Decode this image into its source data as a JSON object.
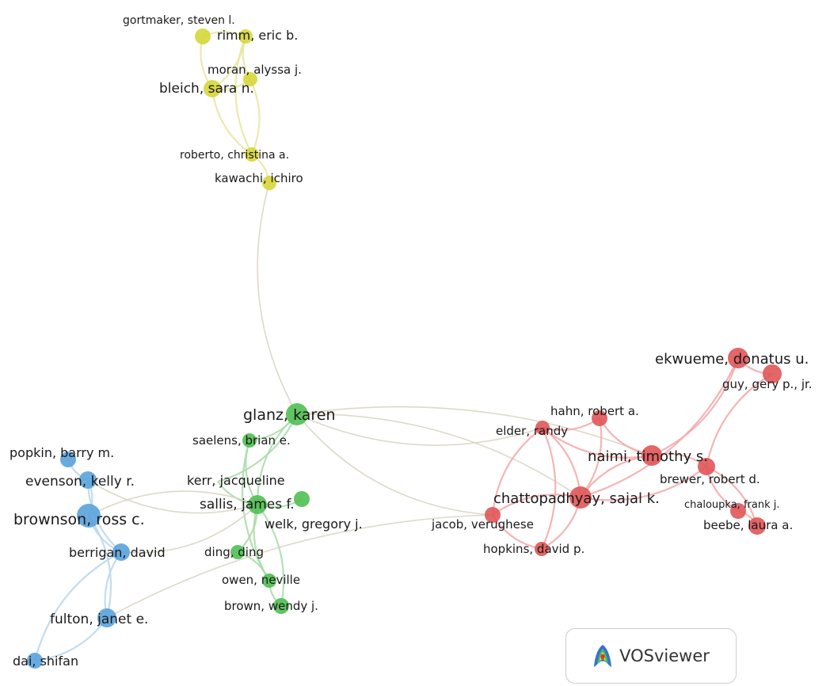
{
  "app": {
    "name": "VOSviewer"
  },
  "clusters": {
    "yellow": {
      "color": "#d6d63a",
      "link": "#e6e6a0"
    },
    "green": {
      "color": "#4fbf52",
      "link": "#a7dca8"
    },
    "red": {
      "color": "#e05558",
      "link": "#f3a7a8"
    },
    "blue": {
      "color": "#5aa2da",
      "link": "#b7d6ef"
    }
  },
  "nodes": [
    {
      "id": "gortmaker",
      "label": "gortmaker, steven l.",
      "cluster": "yellow"
    },
    {
      "id": "rimm",
      "label": "rimm, eric b.",
      "cluster": "yellow"
    },
    {
      "id": "moran",
      "label": "moran, alyssa j.",
      "cluster": "yellow"
    },
    {
      "id": "bleich",
      "label": "bleich, sara n.",
      "cluster": "yellow"
    },
    {
      "id": "roberto",
      "label": "roberto, christina a.",
      "cluster": "yellow"
    },
    {
      "id": "kawachi",
      "label": "kawachi, ichiro",
      "cluster": "yellow"
    },
    {
      "id": "glanz",
      "label": "glanz, karen",
      "cluster": "green"
    },
    {
      "id": "saelens",
      "label": "saelens, brian e.",
      "cluster": "green"
    },
    {
      "id": "kerr",
      "label": "kerr, jacqueline",
      "cluster": "green"
    },
    {
      "id": "sallis",
      "label": "sallis, james f.",
      "cluster": "green"
    },
    {
      "id": "welk",
      "label": "welk, gregory j.",
      "cluster": "green"
    },
    {
      "id": "ding",
      "label": "ding, ding",
      "cluster": "green"
    },
    {
      "id": "owen",
      "label": "owen, neville",
      "cluster": "green"
    },
    {
      "id": "brownw",
      "label": "brown, wendy j.",
      "cluster": "green"
    },
    {
      "id": "ekwueme",
      "label": "ekwueme, donatus u.",
      "cluster": "red"
    },
    {
      "id": "guy",
      "label": "guy, gery p., jr.",
      "cluster": "red"
    },
    {
      "id": "hahn",
      "label": "hahn, robert a.",
      "cluster": "red"
    },
    {
      "id": "elder",
      "label": "elder, randy",
      "cluster": "red"
    },
    {
      "id": "naimi",
      "label": "naimi, timothy s.",
      "cluster": "red"
    },
    {
      "id": "brewer",
      "label": "brewer, robert d.",
      "cluster": "red"
    },
    {
      "id": "chatto",
      "label": "chattopadhyay, sajal k.",
      "cluster": "red"
    },
    {
      "id": "chaloupka",
      "label": "chaloupka, frank j.",
      "cluster": "red"
    },
    {
      "id": "jacob",
      "label": "jacob, verughese",
      "cluster": "red"
    },
    {
      "id": "beebe",
      "label": "beebe, laura a.",
      "cluster": "red"
    },
    {
      "id": "hopkins",
      "label": "hopkins, david p.",
      "cluster": "red"
    },
    {
      "id": "popkin",
      "label": "popkin, barry m.",
      "cluster": "blue"
    },
    {
      "id": "evenson",
      "label": "evenson, kelly r.",
      "cluster": "blue"
    },
    {
      "id": "brownson",
      "label": "brownson, ross c.",
      "cluster": "blue"
    },
    {
      "id": "berrigan",
      "label": "berrigan, david",
      "cluster": "blue"
    },
    {
      "id": "fulton",
      "label": "fulton, janet e.",
      "cluster": "blue"
    },
    {
      "id": "dai",
      "label": "dai, shifan",
      "cluster": "blue"
    }
  ],
  "links": [
    [
      "gortmaker",
      "rimm"
    ],
    [
      "gortmaker",
      "bleich"
    ],
    [
      "rimm",
      "bleich"
    ],
    [
      "rimm",
      "moran"
    ],
    [
      "moran",
      "bleich"
    ],
    [
      "bleich",
      "roberto"
    ],
    [
      "moran",
      "roberto"
    ],
    [
      "rimm",
      "roberto"
    ],
    [
      "roberto",
      "kawachi"
    ],
    [
      "kawachi",
      "glanz"
    ],
    [
      "glanz",
      "saelens"
    ],
    [
      "glanz",
      "sallis"
    ],
    [
      "glanz",
      "kerr"
    ],
    [
      "glanz",
      "elder"
    ],
    [
      "glanz",
      "chatto"
    ],
    [
      "glanz",
      "jacob"
    ],
    [
      "glanz",
      "naimi"
    ],
    [
      "saelens",
      "sallis"
    ],
    [
      "sallis",
      "kerr"
    ],
    [
      "sallis",
      "welk"
    ],
    [
      "sallis",
      "ding"
    ],
    [
      "sallis",
      "owen"
    ],
    [
      "sallis",
      "brownw"
    ],
    [
      "owen",
      "brownw"
    ],
    [
      "ding",
      "owen"
    ],
    [
      "saelens",
      "owen"
    ],
    [
      "sallis",
      "evenson"
    ],
    [
      "sallis",
      "brownson"
    ],
    [
      "sallis",
      "berrigan"
    ],
    [
      "ekwueme",
      "guy"
    ],
    [
      "ekwueme",
      "chatto"
    ],
    [
      "guy",
      "brewer"
    ],
    [
      "hahn",
      "elder"
    ],
    [
      "hahn",
      "naimi"
    ],
    [
      "hahn",
      "chatto"
    ],
    [
      "elder",
      "naimi"
    ],
    [
      "elder",
      "chatto"
    ],
    [
      "elder",
      "jacob"
    ],
    [
      "elder",
      "hopkins"
    ],
    [
      "naimi",
      "chatto"
    ],
    [
      "naimi",
      "brewer"
    ],
    [
      "naimi",
      "ekwueme"
    ],
    [
      "brewer",
      "chatto"
    ],
    [
      "chatto",
      "jacob"
    ],
    [
      "chatto",
      "hopkins"
    ],
    [
      "jacob",
      "hopkins"
    ],
    [
      "chaloupka",
      "beebe"
    ],
    [
      "brewer",
      "chaloupka"
    ],
    [
      "brewer",
      "beebe"
    ],
    [
      "popkin",
      "evenson"
    ],
    [
      "evenson",
      "brownson"
    ],
    [
      "brownson",
      "berrigan"
    ],
    [
      "brownson",
      "fulton"
    ],
    [
      "berrigan",
      "fulton"
    ],
    [
      "fulton",
      "dai"
    ],
    [
      "evenson",
      "berrigan"
    ],
    [
      "fulton",
      "jacob"
    ],
    [
      "berrigan",
      "dai"
    ]
  ]
}
